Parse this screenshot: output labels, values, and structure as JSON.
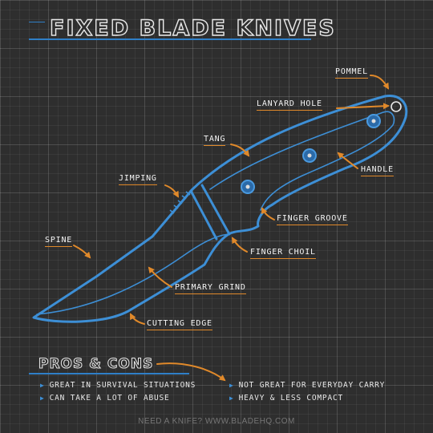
{
  "title": "FIXED BLADE KNIVES",
  "labels": {
    "pommel": "POMMEL",
    "lanyard_hole": "LANYARD HOLE",
    "tang": "TANG",
    "handle": "HANDLE",
    "jimping": "JIMPING",
    "finger_groove": "FINGER GROOVE",
    "spine": "SPINE",
    "finger_choil": "FINGER CHOIL",
    "primary_grind": "PRIMARY GRIND",
    "cutting_edge": "CUTTING EDGE"
  },
  "pros_cons": {
    "title": "PROS & CONS",
    "pros": [
      "GREAT IN SURVIVAL SITUATIONS",
      "CAN TAKE A LOT OF ABUSE"
    ],
    "cons": [
      "NOT GREAT FOR EVERYDAY CARRY",
      "HEAVY & LESS COMPACT"
    ]
  },
  "footer": "NEED A KNIFE? WWW.BLADEHQ.COM",
  "colors": {
    "background": "#2e2e2e",
    "outline_blue": "#3d8fd6",
    "arrow_orange": "#e0892a",
    "text": "#f2f2f2"
  },
  "icons": {
    "bullet": "triangle-bullet-icon",
    "arrow": "arrow-icon"
  }
}
